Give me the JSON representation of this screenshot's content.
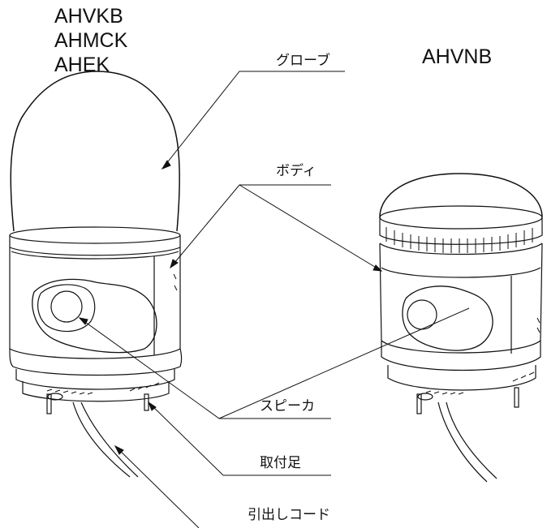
{
  "models": {
    "left": [
      "AHVKB",
      "AHMCK",
      "AHEK"
    ],
    "right": "AHVNB"
  },
  "parts": {
    "globe": "グローブ",
    "body": "ボディ",
    "speaker": "スピーカ",
    "mounting_foot": "取付足",
    "lead_cord": "引出しコード"
  }
}
